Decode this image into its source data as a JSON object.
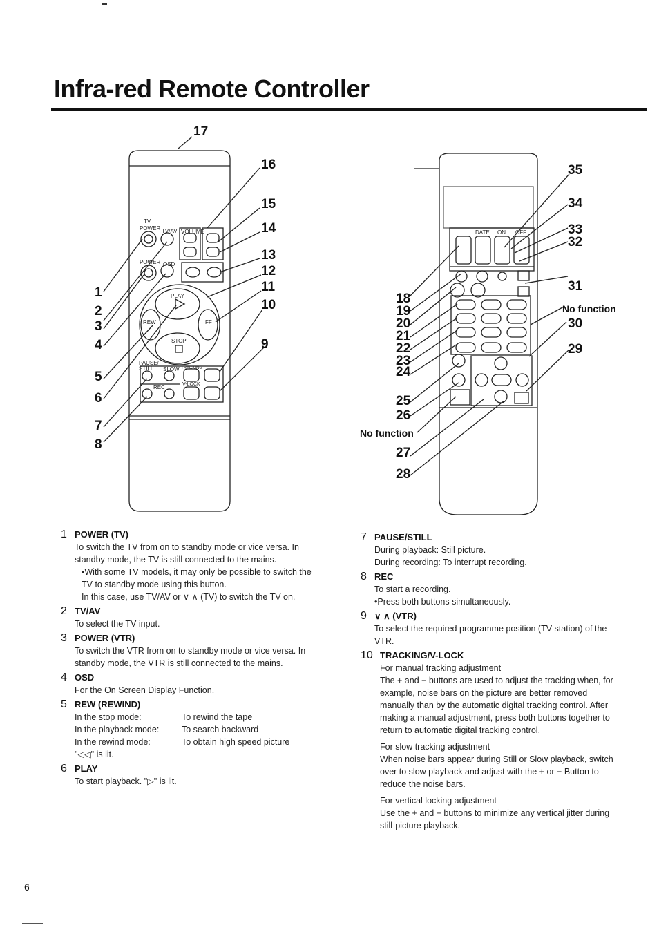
{
  "page": {
    "title": "Infra-red Remote Controller",
    "page_number": "6"
  },
  "diagram": {
    "left_callouts": [
      "17",
      "16",
      "15",
      "14",
      "13",
      "12",
      "11",
      "10",
      "9",
      "1",
      "2",
      "3",
      "4",
      "5",
      "6",
      "7",
      "8"
    ],
    "right_callouts": [
      "35",
      "34",
      "33",
      "32",
      "31",
      "No function",
      "30",
      "29",
      "18",
      "19",
      "20",
      "21",
      "22",
      "23",
      "24",
      "25",
      "26",
      "No function",
      "27",
      "28"
    ],
    "left_button_labels": {
      "tv": "TV",
      "power": "POWER",
      "tvav": "TV/AV",
      "volume": "VOLUME",
      "power2": "POWER",
      "osd": "OSD",
      "play": "PLAY",
      "rew": "REW",
      "ff": "FF",
      "stop": "STOP",
      "pause": "PAUSE/ STILL",
      "slow": "SLOW",
      "tracking": "TRACKING",
      "rec": "REC",
      "vlock": "V-LOCK"
    },
    "right_button_labels": {
      "date": "DATE",
      "on": "ON",
      "off": "OFF"
    }
  },
  "left_items": [
    {
      "num": "1",
      "title": "POWER (TV)",
      "lines": [
        "To switch the TV from on to standby mode or vice versa. In standby mode, the TV is still connected to the mains.",
        "•With some TV models, it may only be possible to switch the TV to standby mode using this button.",
        "In this case, use TV/AV or ∨ ∧ (TV) to switch the TV on."
      ]
    },
    {
      "num": "2",
      "title": "TV/AV",
      "lines": [
        "To select the TV input."
      ]
    },
    {
      "num": "3",
      "title": "POWER (VTR)",
      "lines": [
        "To switch the VTR from on to standby mode or vice versa. In standby mode, the VTR is still connected to the mains."
      ]
    },
    {
      "num": "4",
      "title": "OSD",
      "lines": [
        "For the On Screen Display Function."
      ]
    },
    {
      "num": "5",
      "title": "REW (REWIND)",
      "modes": [
        {
          "mode": "In the stop mode:",
          "desc": "To rewind the tape"
        },
        {
          "mode": "In the playback mode:",
          "desc": "To search backward"
        },
        {
          "mode": "In the rewind mode:",
          "desc": "To obtain high speed picture"
        }
      ],
      "tail": "\"◁◁\" is lit."
    },
    {
      "num": "6",
      "title": "PLAY",
      "lines": [
        "To start playback. \"▷\" is lit."
      ]
    }
  ],
  "right_items": [
    {
      "num": "7",
      "title": "PAUSE/STILL",
      "lines": [
        "During playback:  Still picture.",
        "During recording: To interrupt recording."
      ]
    },
    {
      "num": "8",
      "title": "REC",
      "lines": [
        "To start a recording.",
        "•Press both buttons simultaneously."
      ]
    },
    {
      "num": "9",
      "title": "∨ ∧ (VTR)",
      "lines": [
        "To select the required programme position (TV station) of the VTR."
      ]
    },
    {
      "num": "10",
      "title": "TRACKING/V-LOCK",
      "paragraphs": [
        [
          "For manual tracking adjustment",
          "The + and − buttons are used to adjust the tracking when, for example, noise bars on the picture are better removed manually than by the automatic digital tracking control. After making a manual adjustment, press both buttons together to return to automatic digital tracking control."
        ],
        [
          "For slow tracking adjustment",
          "When noise bars appear during Still or Slow playback, switch over to slow playback and adjust with the + or − Button to reduce the noise bars."
        ],
        [
          "For vertical locking adjustment",
          "Use the + and − buttons to minimize any vertical jitter during still-picture playback."
        ]
      ]
    }
  ]
}
